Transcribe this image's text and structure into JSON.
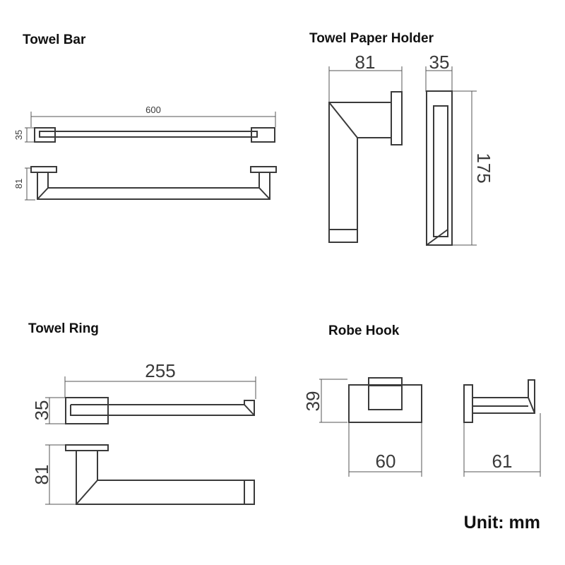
{
  "sections": {
    "towel_bar": {
      "title": "Towel Bar",
      "dims": {
        "length": "600",
        "depth": "35",
        "height": "81"
      }
    },
    "paper_holder": {
      "title": "Towel Paper Holder",
      "dims": {
        "width": "81",
        "depth": "35",
        "height": "175"
      }
    },
    "towel_ring": {
      "title": "Towel Ring",
      "dims": {
        "length": "255",
        "depth": "35",
        "height": "81"
      }
    },
    "robe_hook": {
      "title": "Robe Hook",
      "dims": {
        "height": "39",
        "width": "60",
        "depth": "61"
      }
    }
  },
  "unit_label": "Unit: mm",
  "colors": {
    "line": "#3a3a3a",
    "text": "#111111",
    "background": "#ffffff"
  }
}
